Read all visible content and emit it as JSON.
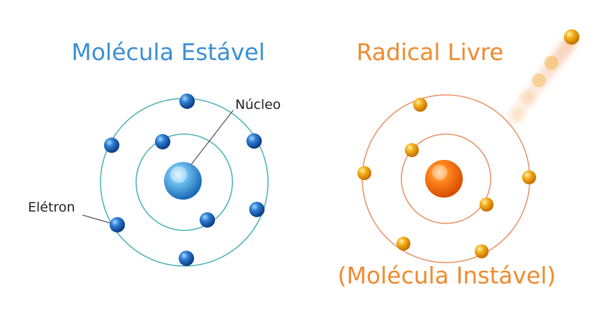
{
  "colors": {
    "stable_accent": "#3a8fd6",
    "radical_accent": "#f08a2e",
    "stable_orbit": "#4fb3b8",
    "radical_orbit": "#e8946a",
    "stable_electron": "#1f5fb0",
    "radical_electron": "#f2a21a",
    "stable_nucleus": "#3d9ee0",
    "radical_nucleus": "#f26a10"
  },
  "stable": {
    "title": "Molécula Estável",
    "nucleus_label": "Núcleo",
    "electron_label": "Elétron"
  },
  "radical": {
    "title": "Radical Livre",
    "subtitle": "(Molécula Instável)"
  },
  "icons": [
    "stable-nucleus-icon",
    "stable-electron-icon",
    "radical-nucleus-icon",
    "radical-electron-icon",
    "escaping-electron-icon"
  ]
}
